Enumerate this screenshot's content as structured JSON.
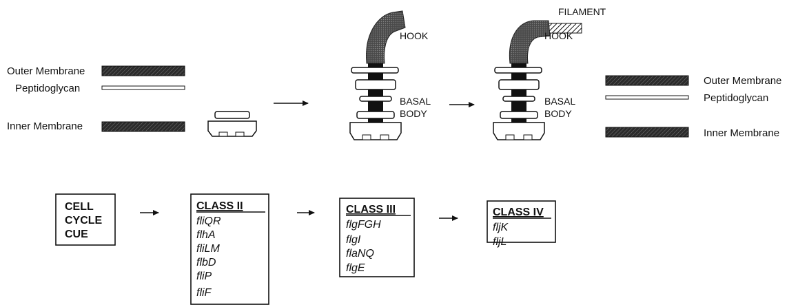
{
  "labels": {
    "outer_membrane": "Outer Membrane",
    "peptidoglycan": "Peptidoglycan",
    "inner_membrane": "Inner Membrane",
    "hook": "HOOK",
    "basal": "BASAL",
    "body": "BODY",
    "filament": "FILAMENT"
  },
  "cue_box": {
    "lines": [
      "CELL",
      "CYCLE",
      "CUE"
    ]
  },
  "classes": [
    {
      "title": "CLASS  II",
      "genes": [
        "fliQR",
        "flhA",
        "fliLM",
        "flbD",
        "fliP",
        "fliF"
      ]
    },
    {
      "title": "CLASS  III",
      "genes": [
        "flgFGH",
        "flgI",
        "flaNQ",
        "flgE"
      ]
    },
    {
      "title": "CLASS  IV",
      "genes": [
        "fljK",
        "fljL"
      ]
    }
  ],
  "colors": {
    "membrane_fill": "#3a3a3a",
    "hook_fill": "#5a5a5a",
    "rod_fill": "#111111",
    "filament_fill": "#9a9a9a",
    "line": "#111111"
  }
}
